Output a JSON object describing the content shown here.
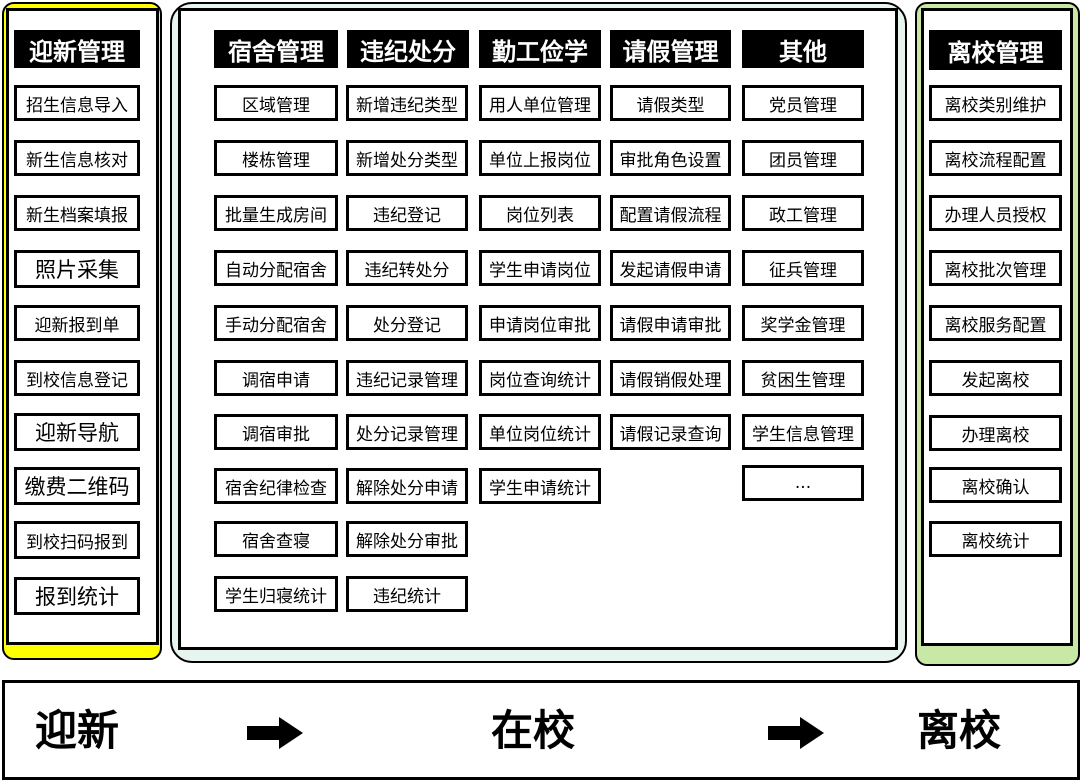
{
  "left": {
    "title": "迎新管理",
    "items": [
      "招生信息导入",
      "新生信息核对",
      "新生档案填报",
      "照片采集",
      "迎新报到单",
      "到校信息登记",
      "迎新导航",
      "缴费二维码",
      "到校扫码报到",
      "报到统计"
    ]
  },
  "middle": {
    "columns": [
      {
        "title": "宿舍管理",
        "items": [
          "区域管理",
          "楼栋管理",
          "批量生成房间",
          "自动分配宿舍",
          "手动分配宿舍",
          "调宿申请",
          "调宿审批",
          "宿舍纪律检查",
          "宿舍查寝",
          "学生归寝统计"
        ]
      },
      {
        "title": "违纪处分",
        "items": [
          "新增违纪类型",
          "新增处分类型",
          "违纪登记",
          "违纪转处分",
          "处分登记",
          "违纪记录管理",
          "处分记录管理",
          "解除处分申请",
          "解除处分审批",
          "违纪统计"
        ]
      },
      {
        "title": "勤工俭学",
        "items": [
          "用人单位管理",
          "单位上报岗位",
          "岗位列表",
          "学生申请岗位",
          "申请岗位审批",
          "岗位查询统计",
          "单位岗位统计",
          "学生申请统计"
        ]
      },
      {
        "title": "请假管理",
        "items": [
          "请假类型",
          "审批角色设置",
          "配置请假流程",
          "发起请假申请",
          "请假申请审批",
          "请假销假处理",
          "请假记录查询"
        ]
      },
      {
        "title": "其他",
        "items": [
          "党员管理",
          "团员管理",
          "政工管理",
          "征兵管理",
          "奖学金管理",
          "贫困生管理",
          "学生信息管理",
          "..."
        ]
      }
    ]
  },
  "right": {
    "title": "离校管理",
    "items": [
      "离校类别维护",
      "离校流程配置",
      "办理人员授权",
      "离校批次管理",
      "离校服务配置",
      "发起离校",
      "办理离校",
      "离校确认",
      "离校统计"
    ]
  },
  "footer": {
    "stages": [
      "迎新",
      "在校",
      "离校"
    ],
    "arrow_icon": "right-arrow-icon"
  }
}
